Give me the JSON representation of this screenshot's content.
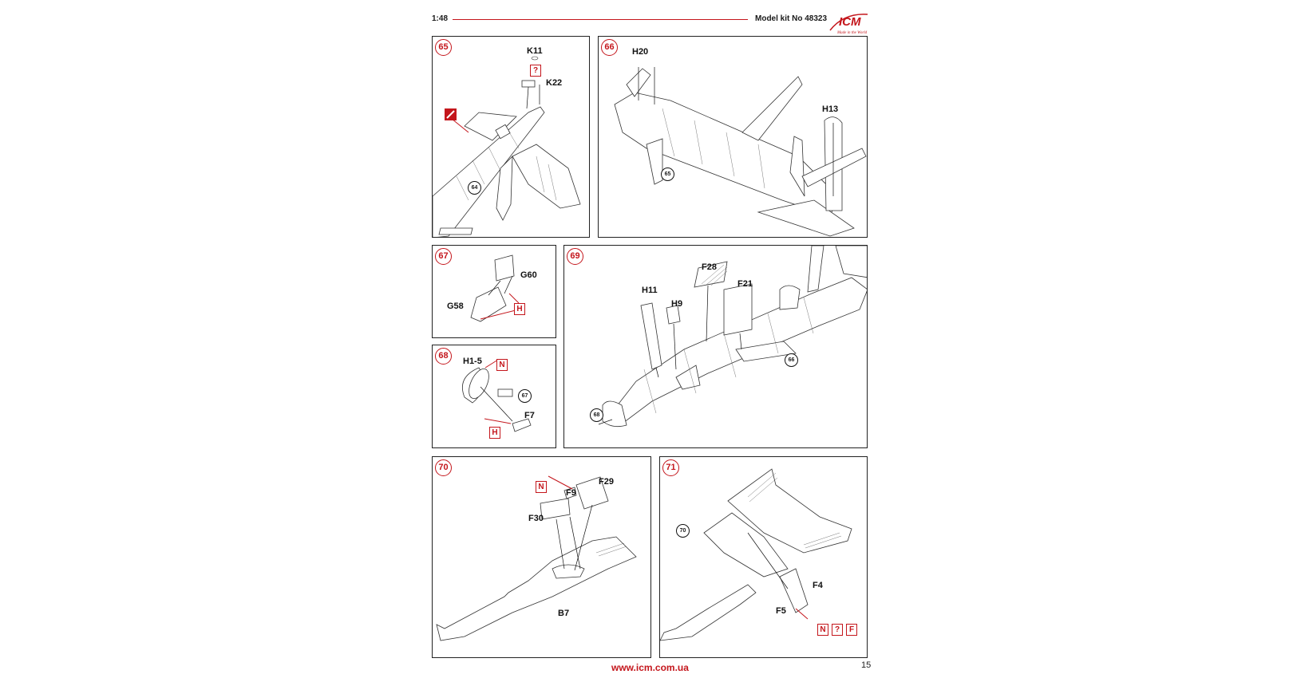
{
  "header": {
    "scale": "1:48",
    "kit_number": "Model kit No 48323",
    "logo_text": "ICM",
    "logo_tagline": "Made in the World"
  },
  "colors": {
    "accent_red": "#c4161c",
    "line": "#222222"
  },
  "steps": {
    "s65": {
      "number": "65",
      "labels": {
        "k11": "K11",
        "k22": "K22"
      },
      "refs": {
        "r64": "64"
      },
      "boxes": {
        "q": "?"
      }
    },
    "s66": {
      "number": "66",
      "labels": {
        "h20": "H20",
        "h13": "H13"
      },
      "refs": {
        "r65": "65"
      }
    },
    "s67": {
      "number": "67",
      "labels": {
        "g60": "G60",
        "g58": "G58"
      },
      "boxes": {
        "h": "H"
      }
    },
    "s68": {
      "number": "68",
      "labels": {
        "h15": "H1-5",
        "f7": "F7"
      },
      "refs": {
        "r67": "67"
      },
      "boxes": {
        "n": "N",
        "h": "H"
      }
    },
    "s69": {
      "number": "69",
      "labels": {
        "f28": "F28",
        "h11": "H11",
        "f21": "F21",
        "h9": "H9"
      },
      "refs": {
        "r66": "66",
        "r68": "68"
      }
    },
    "s70": {
      "number": "70",
      "labels": {
        "f29": "F29",
        "f9": "F9",
        "f30": "F30",
        "b7": "B7"
      },
      "boxes": {
        "n": "N"
      }
    },
    "s71": {
      "number": "71",
      "labels": {
        "f4": "F4",
        "f5": "F5"
      },
      "refs": {
        "r70": "70"
      },
      "boxes": {
        "n": "N",
        "q": "?",
        "f": "F"
      }
    }
  },
  "footer": {
    "url": "www.icm.com.ua",
    "page_number": "15"
  }
}
